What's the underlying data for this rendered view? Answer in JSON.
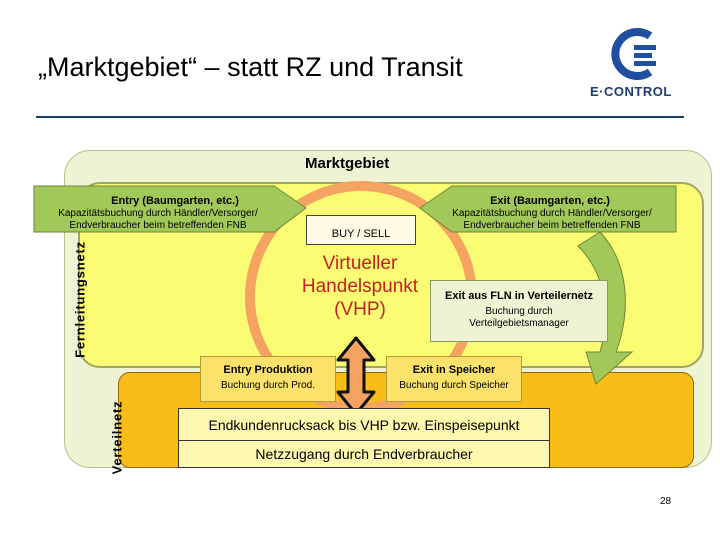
{
  "header": {
    "title": "„Marktgebiet“ – statt RZ und Transit",
    "logo_text": "E·CONTROL"
  },
  "diagram": {
    "market_label": "Marktgebiet",
    "fernleitungsnetz_label": "Fernleitungsnetz",
    "verteilnetz_label": "Verteilnetz",
    "buy_sell": "BUY / SELL",
    "vhp": [
      "Virtueller",
      "Handelspunkt",
      "(VHP)"
    ],
    "entry": {
      "title": "Entry (Baumgarten, etc.)",
      "subtitle": [
        "Kapazitätsbuchung durch Händler/Versorger/",
        "Endverbraucher beim betreffenden FNB"
      ]
    },
    "exit": {
      "title": "Exit (Baumgarten, etc.)",
      "subtitle": [
        "Kapazitätsbuchung durch Händler/Versorger/",
        "Endverbraucher beim betreffenden FNB"
      ]
    },
    "exit_fln": {
      "title": "Exit aus FLN in Verteilernetz",
      "subtitle": [
        "Buchung durch",
        "Verteilgebietsmanager"
      ]
    },
    "entry_produktion": {
      "title": "Entry Produktion",
      "subtitle": "Buchung durch Prod."
    },
    "exit_speicher": {
      "title": "Exit in Speicher",
      "subtitle": "Buchung durch Speicher"
    },
    "endkunden": "Endkundenrucksack bis VHP bzw. Einspeisepunkt",
    "netzzugang": "Netzzugang durch Endverbraucher"
  },
  "colors": {
    "title_rule": "#1f3c6e",
    "fernleitungsnetz": "#fcfc74",
    "verteilnetz": "#f9bd18",
    "ring": "#f4a460",
    "arrows": "#a2c85a",
    "vhp_text": "#c22222"
  },
  "icons": {
    "logo": "e-control-logo-icon",
    "double_arrow": "double-arrow-icon"
  },
  "footer": {
    "page_number": "28"
  }
}
